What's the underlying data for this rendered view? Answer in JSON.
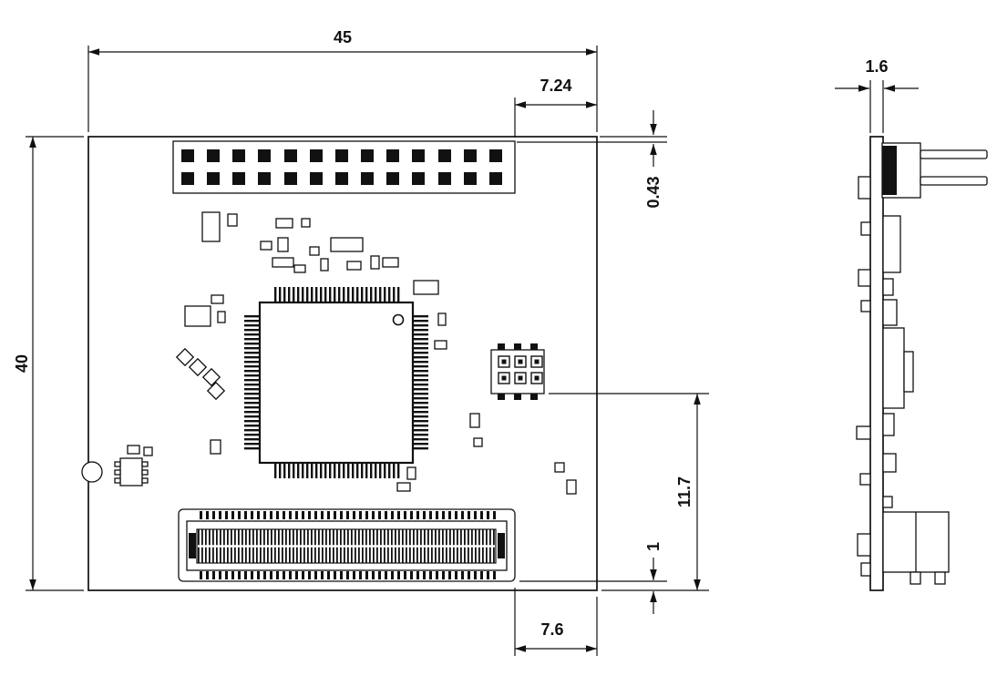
{
  "drawing": {
    "dimensions": {
      "board_width": "45",
      "header_right_offset": "7.24",
      "header_top_gap": "0.43",
      "board_height": "40",
      "connector_height": "11.7",
      "connector_bottom_gap": "1",
      "connector_right_offset": "7.6",
      "board_thickness": "1.6"
    }
  }
}
